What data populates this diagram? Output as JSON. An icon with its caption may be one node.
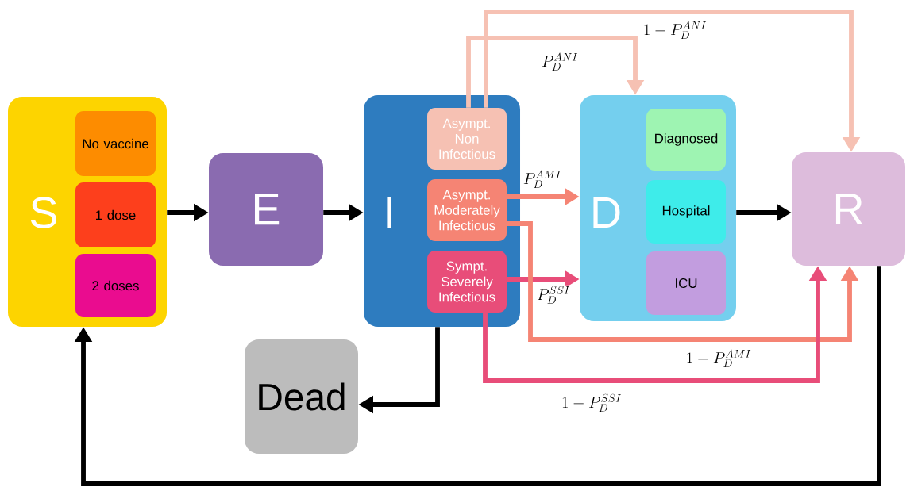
{
  "diagram": {
    "nodes": [
      {
        "text": [
          "S"
        ]
      },
      {
        "text": [
          "No vaccine"
        ],
        "in": 0
      },
      {
        "text": [
          "1 dose"
        ],
        "in": 0
      },
      {
        "text": [
          "2 doses"
        ],
        "in": 0
      },
      {
        "text": [
          "E"
        ]
      },
      {
        "text": [
          "I"
        ]
      },
      {
        "text": [
          "Asympt. Non Infectious"
        ],
        "in": 5
      },
      {
        "text": [
          "Asympt. Moderately Infectious"
        ],
        "in": 5
      },
      {
        "text": [
          "Sympt. Severely Infectious"
        ],
        "in": 5
      },
      {
        "text": [
          "Dead"
        ]
      },
      {
        "text": [
          "D"
        ]
      },
      {
        "text": [
          "Diagnosed"
        ],
        "in": 10
      },
      {
        "text": [
          "Hospital"
        ],
        "in": 10
      },
      {
        "text": [
          "ICU"
        ],
        "in": 10
      },
      {
        "text": [
          "R"
        ]
      }
    ],
    "edges": [
      {
        "from": 0,
        "to": 4,
        "arrow": "to"
      },
      {
        "from": 4,
        "to": 5,
        "arrow": "to"
      },
      {
        "from": 5,
        "to": 9,
        "arrow": "to"
      },
      {
        "from": 10,
        "to": 14,
        "arrow": "to"
      },
      {
        "from": 14,
        "to": 0,
        "arrow": "to"
      },
      {
        "from": 6,
        "to": 10,
        "arrow": "to",
        "label": "P_D^{ANI}",
        "color": "#f6c1b3"
      },
      {
        "from": 6,
        "to": 14,
        "arrow": "to",
        "label": "1 - P_D^{ANI}",
        "color": "#f6c1b3"
      },
      {
        "from": 7,
        "to": 10,
        "arrow": "to",
        "label": "P_D^{AMI}",
        "color": "#f58474"
      },
      {
        "from": 8,
        "to": 10,
        "arrow": "to",
        "label": "P_D^{SSI}",
        "color": "#e84d79"
      },
      {
        "from": 7,
        "to": 14,
        "arrow": "to",
        "label": "1 - P_D^{AMI}",
        "color": "#f58474"
      },
      {
        "from": 8,
        "to": 14,
        "arrow": "to",
        "label": "1 - P_D^{SSI}",
        "color": "#e84d79"
      }
    ]
  }
}
